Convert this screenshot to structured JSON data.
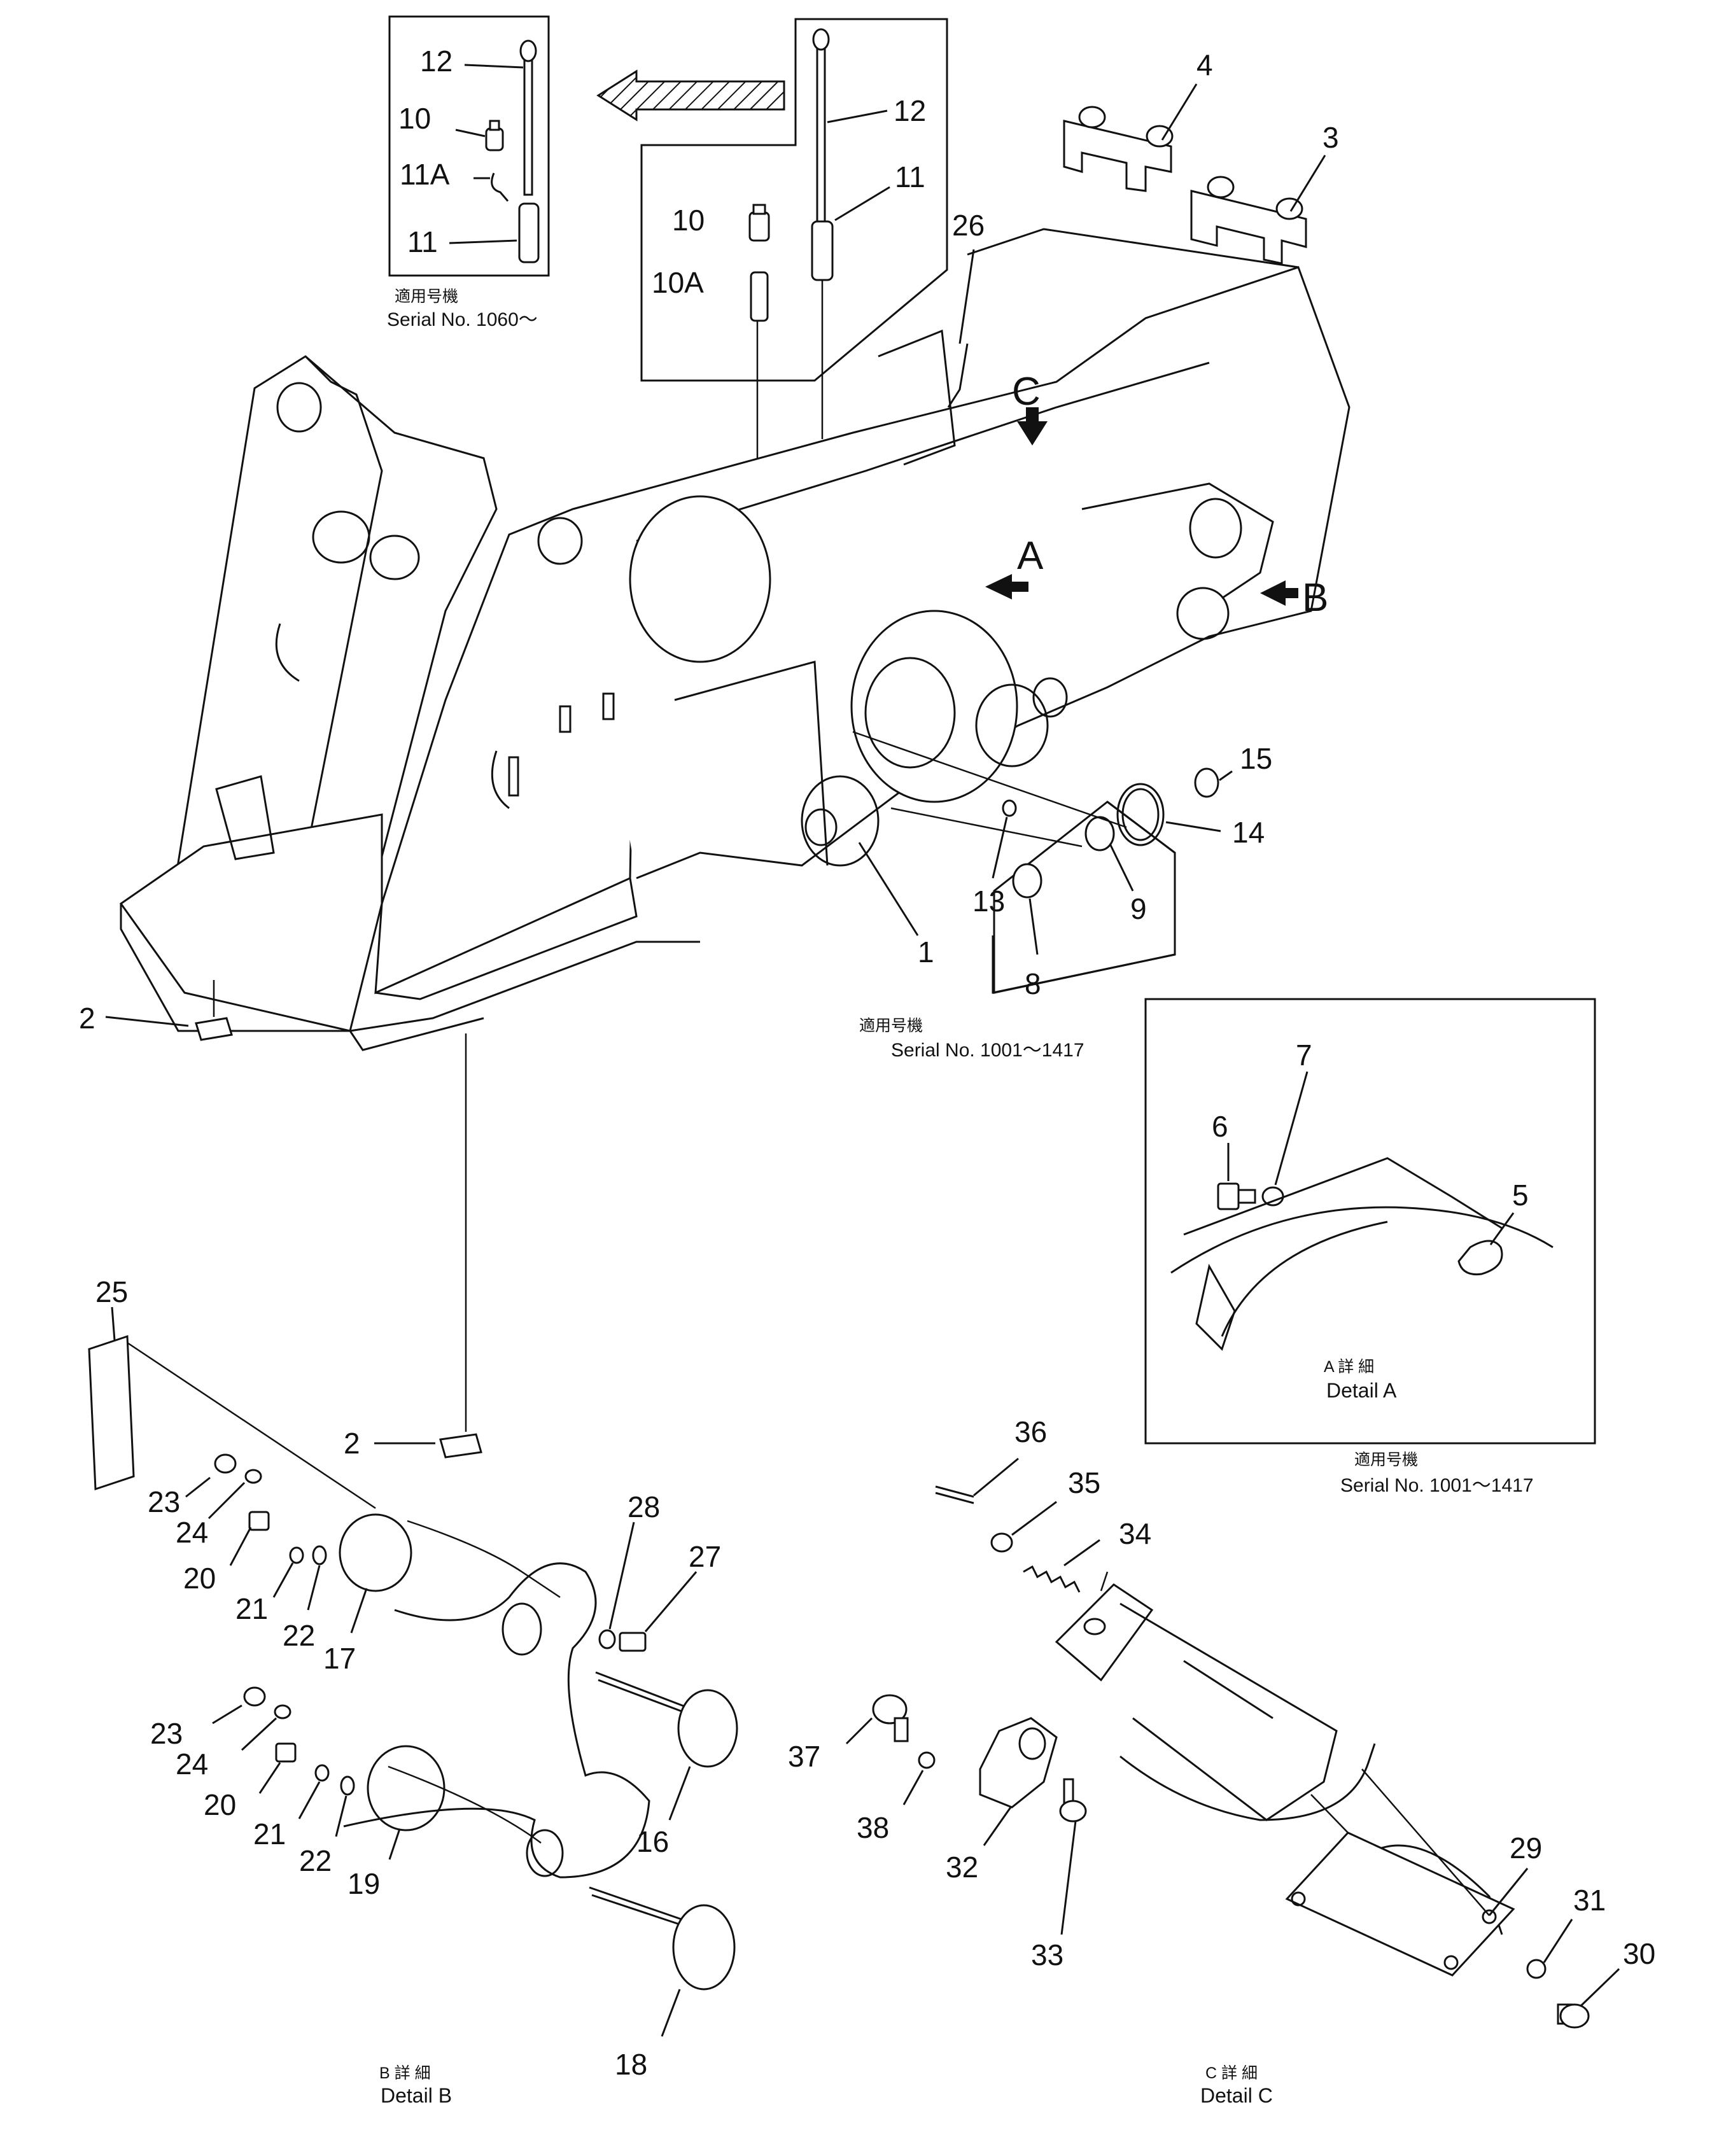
{
  "labels": {
    "n1": "1",
    "n2": "2",
    "n3": "3",
    "n4": "4",
    "n5": "5",
    "n6": "6",
    "n7": "7",
    "n8": "8",
    "n9": "9",
    "n10": "10",
    "n10a": "10A",
    "n11": "11",
    "n11a": "11A",
    "n12": "12",
    "n13": "13",
    "n14": "14",
    "n15": "15",
    "n16": "16",
    "n17": "17",
    "n18": "18",
    "n19": "19",
    "n20": "20",
    "n21": "21",
    "n22": "22",
    "n23": "23",
    "n24": "24",
    "n25": "25",
    "n26": "26",
    "n27": "27",
    "n28": "28",
    "n29": "29",
    "n30": "30",
    "n31": "31",
    "n32": "32",
    "n33": "33",
    "n34": "34",
    "n35": "35",
    "n36": "36",
    "n37": "37",
    "n38": "38"
  },
  "view_markers": {
    "a": "A",
    "b": "B",
    "c": "C"
  },
  "applicability": {
    "jp": "適用号機",
    "serial_1060": "Serial No. 1060～",
    "serial_1001_1417": "Serial No. 1001～1417"
  },
  "details": {
    "a_jp": "A 詳 細",
    "a_en": "Detail A",
    "b_jp": "B 詳 細",
    "b_en": "Detail B",
    "c_jp": "C 詳 細",
    "c_en": "Detail C"
  }
}
